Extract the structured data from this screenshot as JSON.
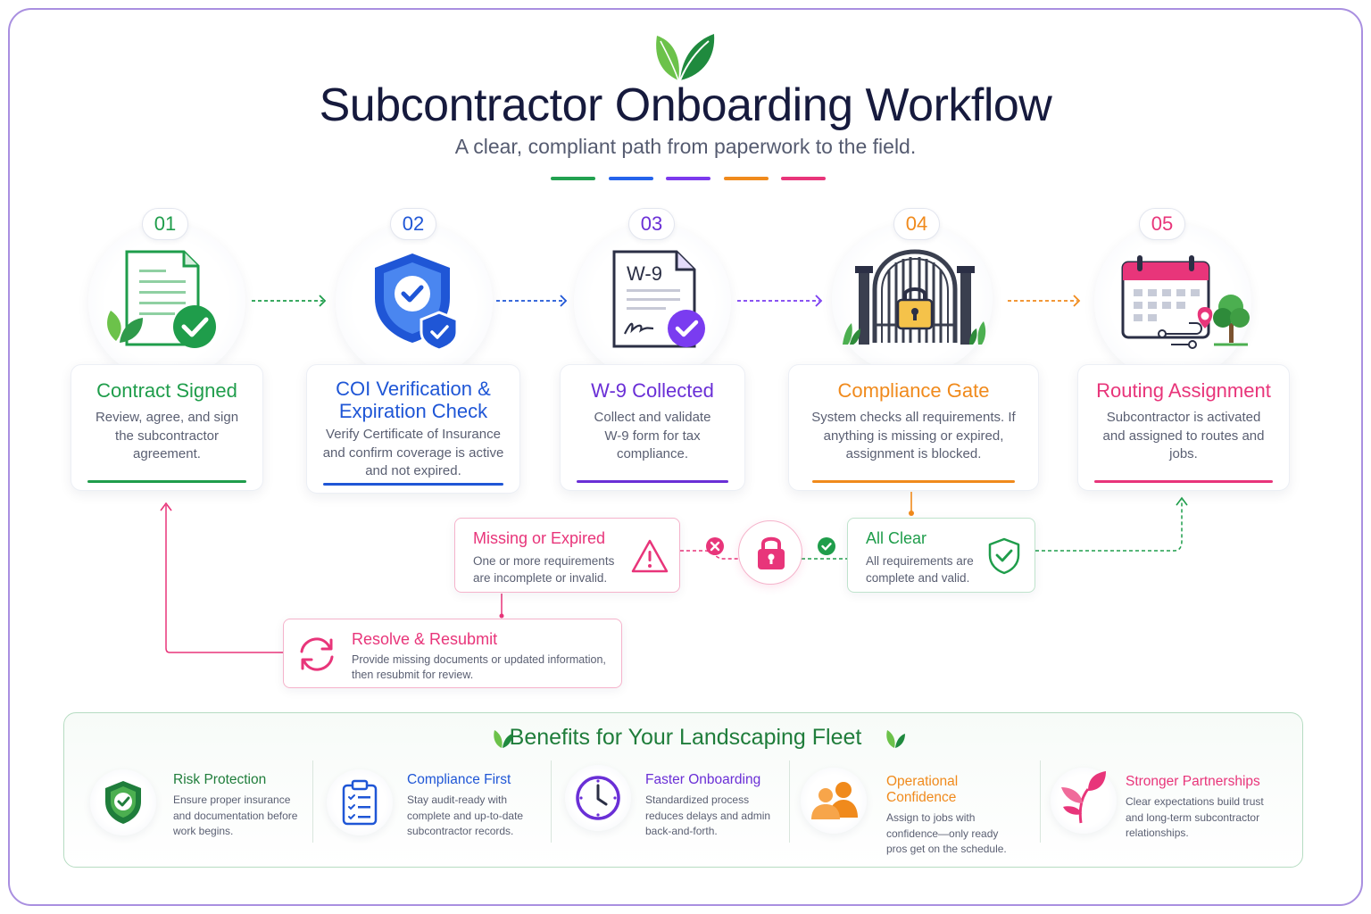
{
  "header": {
    "title": "Subcontractor Onboarding Workflow",
    "subtitle": "A clear, compliant path from paperwork to the field.",
    "accent_colors": [
      "#22a150",
      "#2563eb",
      "#7c3aed",
      "#f08a1c",
      "#e8357a"
    ]
  },
  "steps": [
    {
      "number": "01",
      "title": "Contract Signed",
      "text": "Review, agree, and sign the subcontractor agreement.",
      "color": "#1f9d4b",
      "icon": "document-check-icon"
    },
    {
      "number": "02",
      "title": "COI Verification & Expiration Check",
      "text": "Verify Certificate of Insurance and confirm coverage is active and not expired.",
      "color": "#1f56d6",
      "icon": "shield-check-icon"
    },
    {
      "number": "03",
      "title": "W-9 Collected",
      "text": "Collect and validate W-9 form for tax compliance.",
      "color": "#6a2fd6",
      "icon": "w9-form-icon",
      "form_label": "W-9"
    },
    {
      "number": "04",
      "title": "Compliance Gate",
      "text": "System checks all requirements. If anything is missing or expired, assignment is blocked.",
      "color": "#f08a1c",
      "icon": "locked-gate-icon"
    },
    {
      "number": "05",
      "title": "Routing Assignment",
      "text": "Subcontractor is activated and assigned to routes and jobs.",
      "color": "#e8357a",
      "icon": "calendar-route-icon"
    }
  ],
  "decision": {
    "missing": {
      "title": "Missing or Expired",
      "text": "One or more requirements are incomplete or invalid.",
      "color": "#e8357a",
      "icon": "warning-icon"
    },
    "clear": {
      "title": "All Clear",
      "text": "All requirements are complete and valid.",
      "color": "#1f9d4b",
      "icon": "shield-check-outline-icon"
    },
    "resolve": {
      "title": "Resolve & Resubmit",
      "text": "Provide missing documents or updated information, then resubmit for review.",
      "color": "#e8357a",
      "icon": "refresh-icon"
    }
  },
  "benefits": {
    "title": "Benefits for Your Landscaping Fleet",
    "items": [
      {
        "title": "Risk Protection",
        "text": "Ensure proper insurance and documentation before work begins.",
        "color": "#1f7d3b",
        "icon": "shield-check-icon"
      },
      {
        "title": "Compliance First",
        "text": "Stay audit-ready with complete and up-to-date subcontractor records.",
        "color": "#1f56d6",
        "icon": "clipboard-list-icon"
      },
      {
        "title": "Faster Onboarding",
        "text": "Standardized process reduces delays and admin back-and-forth.",
        "color": "#6a2fd6",
        "icon": "clock-icon"
      },
      {
        "title": "Operational Confidence",
        "text": "Assign to jobs with confidence—only ready pros get on the schedule.",
        "color": "#f08a1c",
        "icon": "people-icon"
      },
      {
        "title": "Stronger Partnerships",
        "text": "Clear expectations build trust and long-term subcontractor relationships.",
        "color": "#e8357a",
        "icon": "sprout-icon"
      }
    ]
  }
}
